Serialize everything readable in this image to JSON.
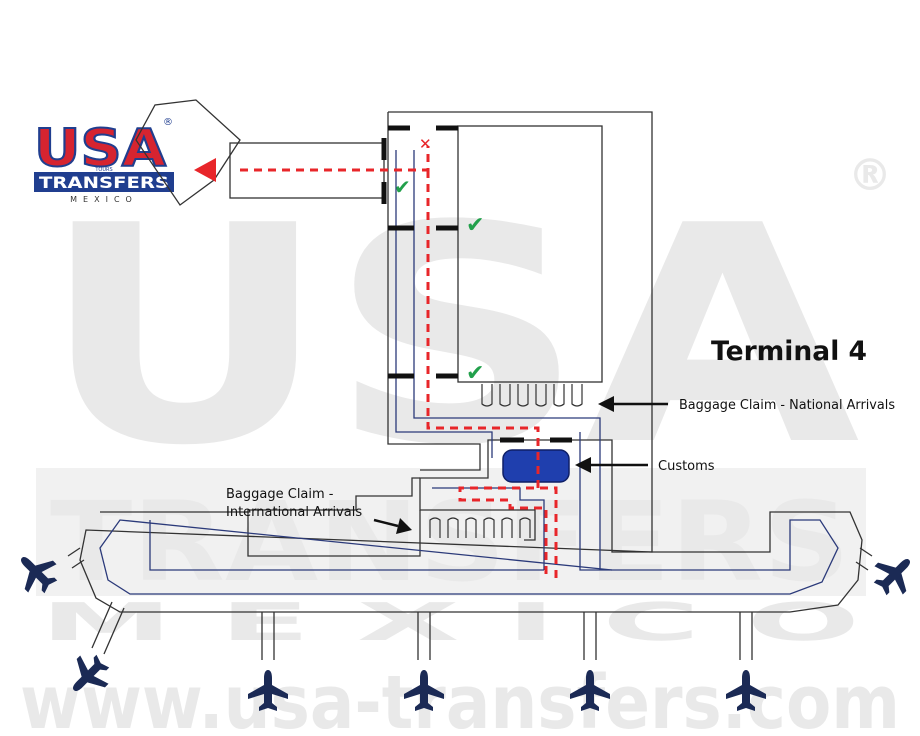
{
  "logo": {
    "main": "USA",
    "registered": "®",
    "band": "TRANSFERS",
    "tours": "TOURS",
    "country": "MEXICO"
  },
  "watermark": {
    "main": "USA",
    "band": "TRANSFERS",
    "country": "M E X I C O",
    "registered": "®",
    "website": "www.usa-transfers.com"
  },
  "map": {
    "title": "Terminal 4",
    "labels": {
      "national": "Baggage Claim - National Arrivals",
      "customs": "Customs",
      "international_line1": "Baggage Claim -",
      "international_line2": "International Arrivals"
    },
    "markers": {
      "blocked": "✕",
      "ok": "✔"
    }
  },
  "colors": {
    "route": "#e8262a",
    "corridor": "#2b3a7a",
    "customs": "#1f3fae",
    "ok": "#22a04b",
    "blocked": "#e8262a",
    "plane": "#1b2a55",
    "logo_red": "#d62430",
    "logo_blue": "#203e8f",
    "watermark": "#e9e9e9"
  },
  "icons": [
    "airplane-icon",
    "exit-arrow-icon",
    "check-icon",
    "cross-icon",
    "pointer-arrow-icon"
  ]
}
